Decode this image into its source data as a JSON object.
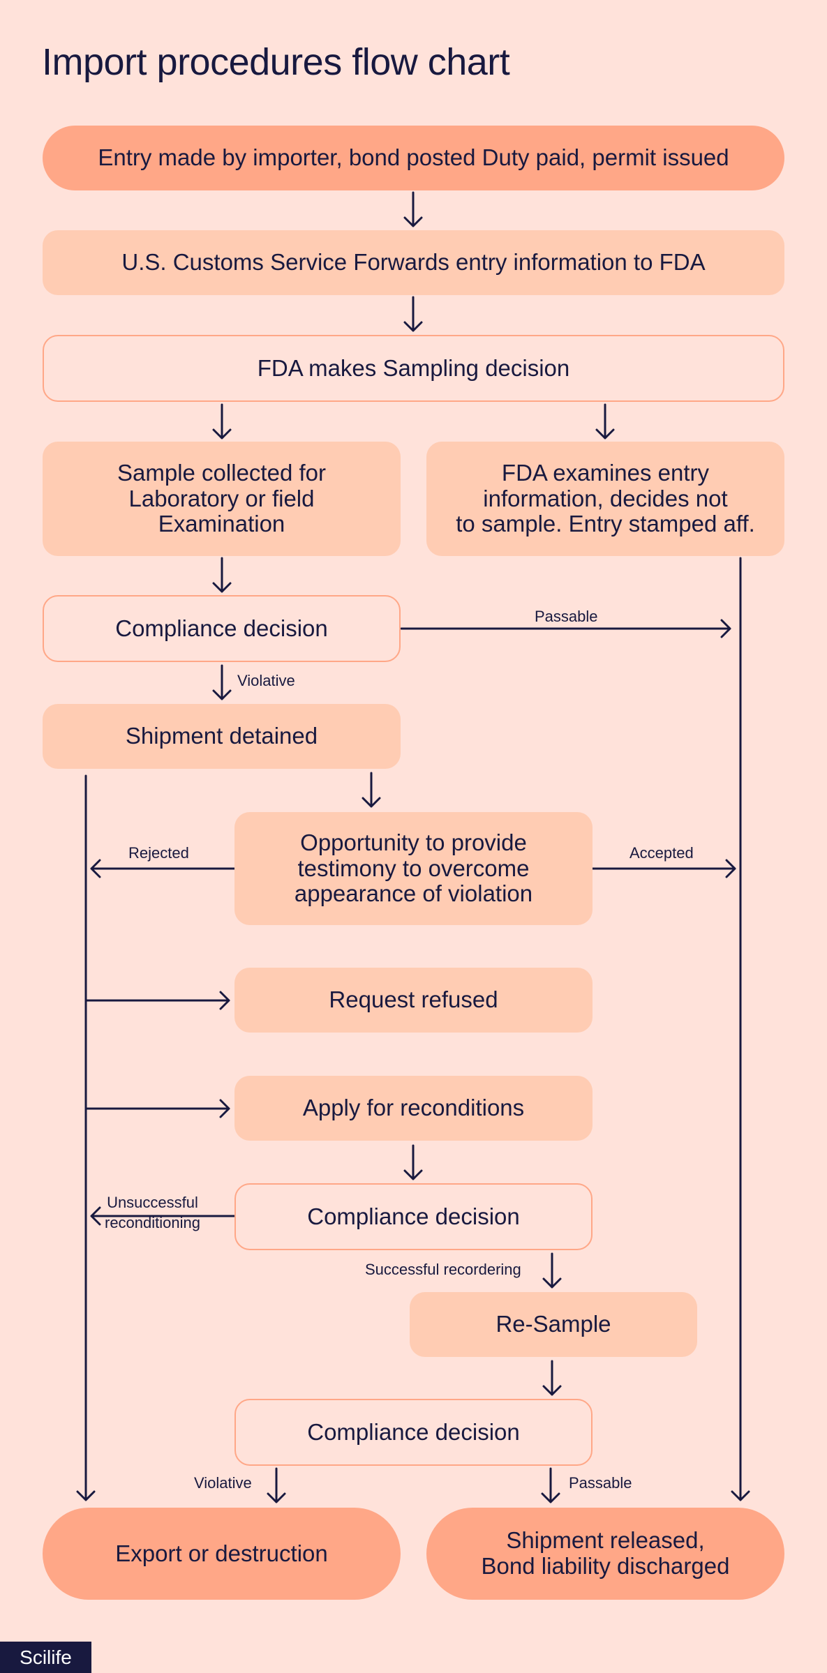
{
  "title": "Import procedures flow chart",
  "nodes": {
    "entry": "Entry made by importer, bond posted Duty paid, permit issued",
    "customs": "U.S. Customs Service Forwards entry information to FDA",
    "sampling_decision": "FDA makes Sampling decision",
    "sample_collected": "Sample collected for\nLaboratory or field\nExamination",
    "fda_examines": "FDA examines entry\ninformation, decides not\nto sample. Entry stamped aff.",
    "compliance_1": "Compliance decision",
    "shipment_detained": "Shipment detained",
    "opportunity": "Opportunity to provide\ntestimony to overcome\nappearance of violation",
    "request_refused": "Request refused",
    "apply_reconditions": "Apply for reconditions",
    "compliance_2": "Compliance decision",
    "resample": "Re-Sample",
    "compliance_3": "Compliance decision",
    "export_destruction": "Export or destruction",
    "shipment_released": "Shipment released,\nBond liability discharged"
  },
  "edge_labels": {
    "passable_1": "Passable",
    "violative_1": "Violative",
    "rejected": "Rejected",
    "accepted": "Accepted",
    "unsuccessful": "Unsuccessful\nreconditioning",
    "successful": "Successful recordering",
    "violative_2": "Violative",
    "passable_2": "Passable"
  },
  "brand": "Scilife",
  "colors": {
    "background": "#FFE2DA",
    "terminal_fill": "#FFA787",
    "process_fill": "#FFCCB3",
    "outline_stroke": "#FFA787",
    "ink": "#18193F"
  }
}
